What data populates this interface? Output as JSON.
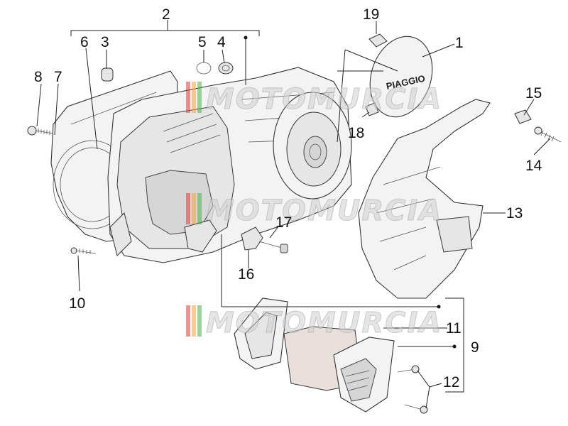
{
  "diagram": {
    "callouts": [
      {
        "id": "c1",
        "label": "1"
      },
      {
        "id": "c2",
        "label": "2"
      },
      {
        "id": "c3",
        "label": "3"
      },
      {
        "id": "c4",
        "label": "4"
      },
      {
        "id": "c5",
        "label": "5"
      },
      {
        "id": "c6",
        "label": "6"
      },
      {
        "id": "c7",
        "label": "7"
      },
      {
        "id": "c8",
        "label": "8"
      },
      {
        "id": "c9",
        "label": "9"
      },
      {
        "id": "c10",
        "label": "10"
      },
      {
        "id": "c11",
        "label": "11"
      },
      {
        "id": "c12",
        "label": "12"
      },
      {
        "id": "c13",
        "label": "13"
      },
      {
        "id": "c14",
        "label": "14"
      },
      {
        "id": "c15",
        "label": "15"
      },
      {
        "id": "c16",
        "label": "16"
      },
      {
        "id": "c17",
        "label": "17"
      },
      {
        "id": "c18",
        "label": "18"
      },
      {
        "id": "c19",
        "label": "19"
      }
    ],
    "brand_text": "PIAGGIO",
    "watermark": "MOTOMURCIA",
    "colors": {
      "line": "#222222",
      "part_fill": "#f3f3f3",
      "watermark_red": "#e03a2f",
      "watermark_orange": "#f2a33a",
      "watermark_green": "#4caf50"
    }
  }
}
